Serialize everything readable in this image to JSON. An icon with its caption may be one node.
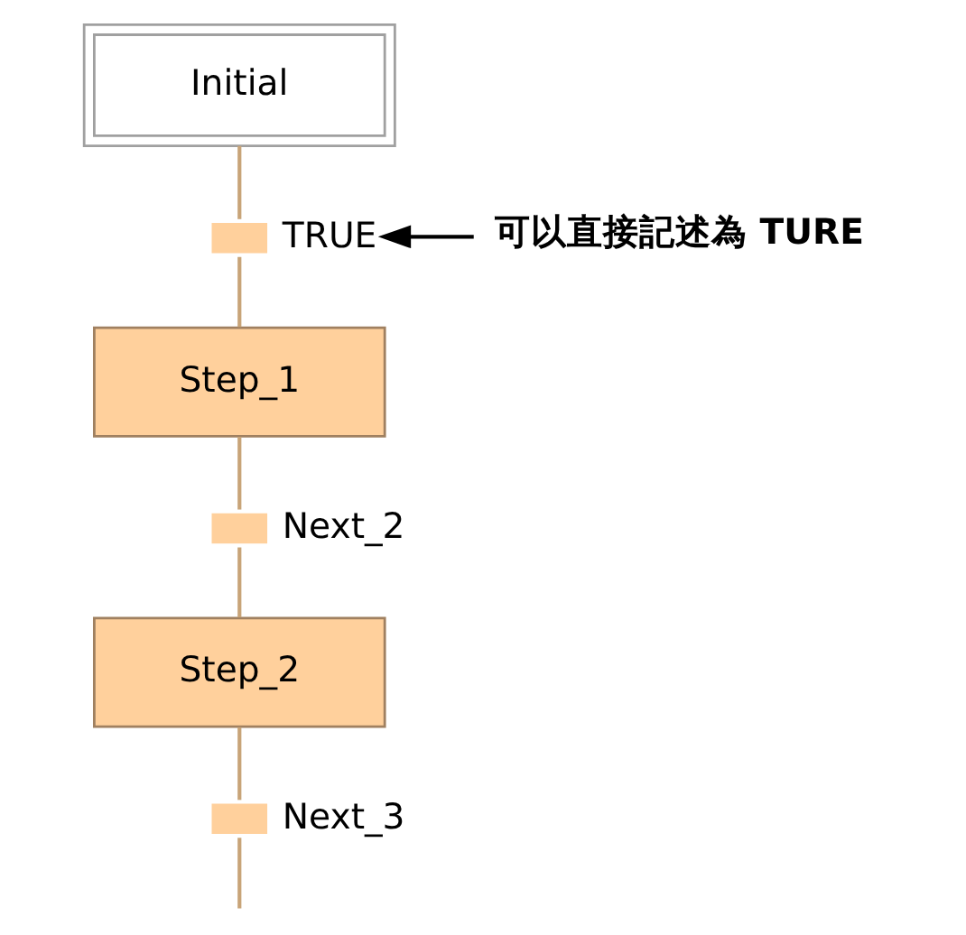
{
  "diagram": {
    "nodes": [
      {
        "text": [
          "Initial"
        ]
      },
      {
        "text": [],
        "shape": "bar",
        "beside": [
          "TRUE"
        ]
      },
      {
        "text": [
          "Step_1"
        ]
      },
      {
        "text": [],
        "shape": "bar",
        "beside": [
          "Next_2"
        ]
      },
      {
        "text": [
          "Step_2"
        ]
      },
      {
        "text": [],
        "shape": "bar",
        "beside": [
          "Next_3"
        ]
      },
      {
        "text": [
          "可以直接記述為 TURE"
        ]
      }
    ],
    "edges": [
      {
        "from": 0,
        "to": 1,
        "arrow": "none"
      },
      {
        "from": 1,
        "to": 2,
        "arrow": "none"
      },
      {
        "from": 2,
        "to": 3,
        "arrow": "none"
      },
      {
        "from": 3,
        "to": 4,
        "arrow": "none"
      },
      {
        "from": 4,
        "to": 5,
        "arrow": "none"
      },
      {
        "from": 5,
        "to": null,
        "arrow": "none"
      },
      {
        "from": 6,
        "to": 1,
        "arrow": "to",
        "color": "#000000"
      }
    ]
  }
}
